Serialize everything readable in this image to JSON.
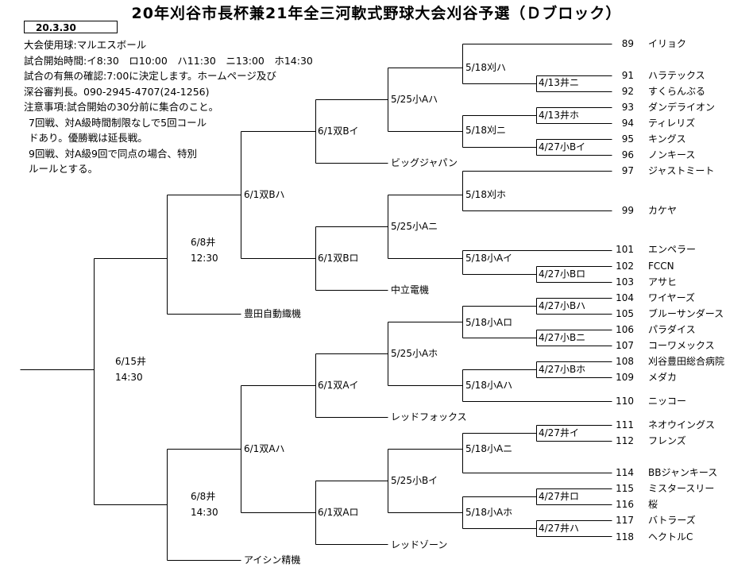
{
  "title": "20年刈谷市長杯兼21年全三河軟式野球大会刈谷予選（Ｄブロック）",
  "date_box": "20.3.30",
  "notes": [
    {
      "text": "大会使用球:マルエスボール",
      "indent": false
    },
    {
      "text": "試合開始時間:イ8:30　ロ10:00　ハ11:30　ニ13:00　ホ14:30",
      "indent": false
    },
    {
      "text": "試合の有無の確認:7:00に決定します。ホームページ及び",
      "indent": false
    },
    {
      "text": "深谷審判長。090-2945-4707(24-1256)",
      "indent": false
    },
    {
      "text": "注意事項:試合開始の30分前に集合のこと。",
      "indent": false
    },
    {
      "text": "7回戦、対A級時間制限なしで5回コール",
      "indent": true
    },
    {
      "text": "ドあり。優勝戦は延長戦。",
      "indent": true
    },
    {
      "text": "9回戦、対A級9回で同点の場合、特別",
      "indent": true
    },
    {
      "text": "ルールとする。",
      "indent": true
    }
  ],
  "teams": [
    {
      "num": "89",
      "name": "イリョク"
    },
    {
      "num": "91",
      "name": "ハラテックス"
    },
    {
      "num": "92",
      "name": "すくらんぶる"
    },
    {
      "num": "93",
      "name": "ダンデライオン"
    },
    {
      "num": "94",
      "name": "ティレリズ"
    },
    {
      "num": "95",
      "name": "キングス"
    },
    {
      "num": "96",
      "name": "ノンキース"
    },
    {
      "num": "97",
      "name": "ジャストミート"
    },
    {
      "num": "99",
      "name": "カケヤ"
    },
    {
      "num": "101",
      "name": "エンペラー"
    },
    {
      "num": "102",
      "name": "FCCN"
    },
    {
      "num": "103",
      "name": "アサヒ"
    },
    {
      "num": "104",
      "name": "ワイヤーズ"
    },
    {
      "num": "105",
      "name": "ブルーサンダース"
    },
    {
      "num": "106",
      "name": "パラダイス"
    },
    {
      "num": "107",
      "name": "コーワメックス"
    },
    {
      "num": "108",
      "name": "刈谷豊田総合病院"
    },
    {
      "num": "109",
      "name": "メダカ"
    },
    {
      "num": "110",
      "name": "ニッコー"
    },
    {
      "num": "111",
      "name": "ネオウイングス"
    },
    {
      "num": "112",
      "name": "フレンズ"
    },
    {
      "num": "114",
      "name": "BBジャンキース"
    },
    {
      "num": "115",
      "name": "ミスタースリー"
    },
    {
      "num": "116",
      "name": "桜"
    },
    {
      "num": "117",
      "name": "バトラーズ"
    },
    {
      "num": "118",
      "name": "ヘクトルC"
    }
  ],
  "seeded_teams": {
    "big_japan": "ビッグジャパン",
    "churitsu": "中立電機",
    "toyoda": "豊田自動織機",
    "red_fox": "レッドフォックス",
    "red_zone": "レッドゾーン",
    "aisin": "アイシン精機"
  },
  "games": {
    "r1_102_103": "4/27小Bロ",
    "r1_104_105": "4/27小Bハ",
    "r1_106_107": "4/27小Bニ",
    "r1_108_109": "4/27小Bホ",
    "r1_111_112": "4/27井イ",
    "r1_115_116": "4/27井ロ",
    "r1_117_118": "4/27井ハ",
    "r1_91_92": "4/13井ニ",
    "r1_93_94": "4/13井ホ",
    "r1_95_96": "4/27小Bイ",
    "r2_a": "5/18刈ハ",
    "r2_b": "5/18刈ニ",
    "r2_c": "5/18刈ホ",
    "r2_d": "5/18小Aイ",
    "r2_e": "5/18小Aロ",
    "r2_f": "5/18小Aハ",
    "r2_g": "5/18小Aニ",
    "r2_h": "5/18小Aホ",
    "r3_a": "5/25小Aハ",
    "r3_b": "5/25小Aニ",
    "r3_c": "5/25小Aホ",
    "r3_d": "5/25小Bイ",
    "r4_a": "6/1双Bイ",
    "r4_b": "6/1双Bロ",
    "r4_c": "6/1双Aイ",
    "r4_d": "6/1双Aロ",
    "r5_a": "6/1双Bハ",
    "r5_b": "6/1双Aハ",
    "sf_top_date": "6/8井",
    "sf_top_time": "12:30",
    "sf_bot_date": "6/8井",
    "sf_bot_time": "14:30",
    "final_date": "6/15井",
    "final_time": "14:30"
  }
}
